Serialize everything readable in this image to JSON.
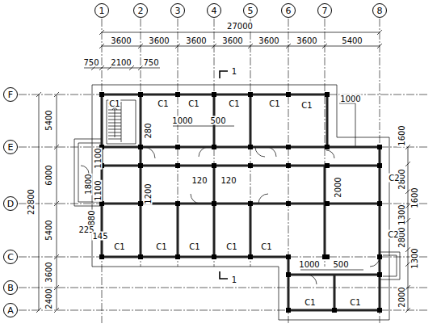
{
  "diagram": {
    "nodes": [
      {
        "text": [
          "1"
        ]
      },
      {
        "text": [
          "2"
        ]
      },
      {
        "text": [
          "3"
        ]
      },
      {
        "text": [
          "4"
        ]
      },
      {
        "text": [
          "5"
        ]
      },
      {
        "text": [
          "6"
        ]
      },
      {
        "text": [
          "7"
        ]
      },
      {
        "text": [
          "8"
        ]
      },
      {
        "text": [
          "F"
        ]
      },
      {
        "text": [
          "E"
        ]
      },
      {
        "text": [
          "D"
        ]
      },
      {
        "text": [
          "C"
        ]
      },
      {
        "text": [
          "B"
        ]
      },
      {
        "text": [
          "A"
        ]
      }
    ],
    "labels": [
      "27000",
      "3600",
      "3600",
      "3600",
      "3600",
      "3600",
      "3600",
      "5400",
      "750",
      "2100",
      "750",
      "1",
      "1",
      "22800",
      "5400",
      "6000",
      "5400",
      "3600",
      "2400",
      "1600",
      "2800",
      "1600",
      "1300",
      "2800",
      "1300",
      "2000",
      "1000",
      "500",
      "280",
      "1100",
      "1800",
      "1100",
      "1200",
      "120",
      "120",
      "2000",
      "C2",
      "C2",
      "880",
      "225",
      "145",
      "1000",
      "500",
      "1000",
      "C1",
      "C1",
      "C1",
      "C1",
      "C1",
      "C1",
      "C1",
      "C1",
      "C1",
      "C1",
      "C1",
      "C1",
      "C1"
    ]
  }
}
